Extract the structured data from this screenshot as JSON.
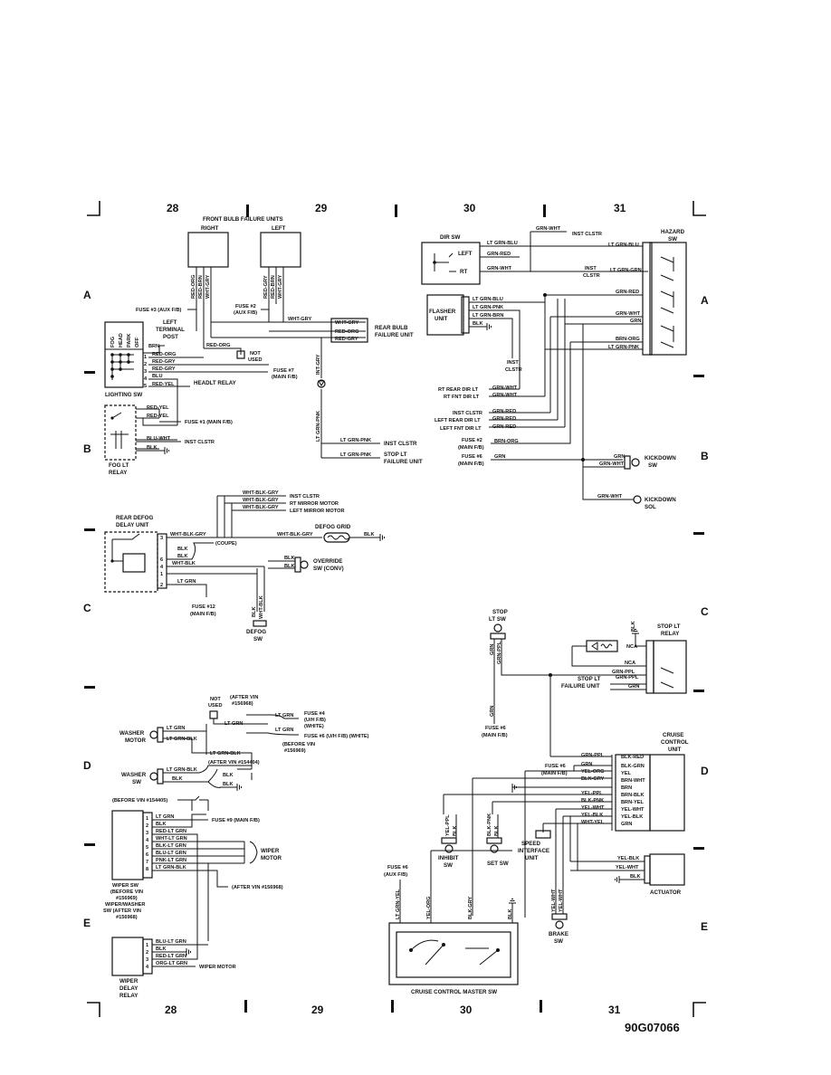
{
  "grid": {
    "columns": [
      "28",
      "29",
      "30",
      "31"
    ],
    "rows": [
      "A",
      "B",
      "C",
      "D",
      "E"
    ]
  },
  "doc_id": "90G07066",
  "front_bulb": {
    "title": "FRONT BULB FAILURE UNITS",
    "right": "RIGHT",
    "left": "LEFT",
    "right_wires": [
      "RED-ORG",
      "RED-BRN",
      "WHT-GRY"
    ],
    "left_wires": [
      "RED-GRY",
      "RED-BRN",
      "WHT-GRY"
    ],
    "fuse3": "FUSE #3 (AUX F/B)",
    "fuse2": "FUSE #2",
    "fuse2b": "(AUX F/B)",
    "wht_gry": "WHT-GRY",
    "rear_wires": [
      "WHT-GRY",
      "RED-ORG",
      "RED-GRY"
    ],
    "rear_unit1": "REAR BULB",
    "rear_unit2": "FAILURE UNIT",
    "red_org": "RED-ORG",
    "not1": "NOT",
    "not2": "USED",
    "int_gry": "INT-GRY",
    "lt_grn_pnk": "LT GRN-PNK",
    "inst_clstr_row": "LT GRN-PNK",
    "inst_clstr": "INST CLSTR",
    "stop_row": "LT GRN-PNK",
    "stop1": "STOP LT",
    "stop2": "FAILURE UNIT"
  },
  "lighting_sw": {
    "cols": [
      "FOG",
      "HEAD",
      "PARK",
      "OFF"
    ],
    "post1": "LEFT",
    "post2": "TERMINAL",
    "post3": "POST",
    "pins": [
      "1",
      "2",
      "3",
      "4",
      "5"
    ],
    "wires": [
      "BRN",
      "RED-ORG",
      "RED-GRY",
      "RED-GRY",
      "BLU",
      "RED-YEL"
    ],
    "fuse7": "FUSE #7",
    "fuse7b": "(MAIN F/B)",
    "headlt": "HEADLT RELAY",
    "title": "LIGHTING SW"
  },
  "fog_relay": {
    "wires": [
      "RED-YEL",
      "RED-YEL",
      "BLU-WHT",
      "BLK"
    ],
    "fuse1": "FUSE #1 (MAIN F/B)",
    "inst_clstr": "INST CLSTR",
    "title1": "FOG LT",
    "title2": "RELAY"
  },
  "dir_sw": {
    "title": "DIR SW",
    "left": "LEFT",
    "rt": "RT",
    "grn_wht_top": "GRN-WHT",
    "inst_clstr_top": "INST CLSTR",
    "w1": "LT GRN-BLU",
    "w2": "GRN-RED",
    "w3": "GRN-WHT",
    "hazard1": "HAZARD",
    "hazard2": "SW",
    "hazard_blu": "LT GRN-BLU",
    "inst1": "INST",
    "inst2": "CLSTR",
    "lt_grn_grn": "LT GRN-GRN",
    "grn_red": "GRN-RED",
    "grn_wht": "GRN-WHT",
    "grn": "GRN",
    "brn_org": "BRN-ORG",
    "lt_grn_pnk": "LT GRN-PNK"
  },
  "flasher": {
    "title1": "FLASHER",
    "title2": "UNIT",
    "wires": [
      "LT GRN-BLU",
      "LT GRN-PNK",
      "LT GRN-BRN",
      "BLK"
    ],
    "inst1": "INST",
    "inst2": "CLSTR",
    "lamps": [
      {
        "label": "RT REAR DIR LT",
        "wire": "GRN-WHT"
      },
      {
        "label": "RT FNT DIR LT",
        "wire": "GRN-WHT"
      },
      {
        "label": "INST CLSTR",
        "wire": "GRN-RED"
      },
      {
        "label": "LEFT REAR DIR LT",
        "wire": "GRN-RED"
      },
      {
        "label": "LEFT FNT DIR LT",
        "wire": "GRN-RED"
      }
    ],
    "fuse2a": "FUSE #2",
    "fuse2b": "(MAIN F/B)",
    "fuse2w": "BRN-ORG",
    "fuse6a": "FUSE #6",
    "fuse6b": "(MAIN F/B)",
    "fuse6w": "GRN",
    "kick_grn": "GRN",
    "kick_gw": "GRN-WHT",
    "kick1": "KICKDOWN",
    "kick2": "SW",
    "sol_w": "GRN-WHT",
    "sol1": "KICKDOWN",
    "sol2": "SOL"
  },
  "defog": {
    "top_wires": [
      "WHT-BLK-GRY",
      "WHT-BLK-GRY",
      "WHT-BLK-GRY"
    ],
    "top_dest": [
      "INST CLSTR",
      "RT MIRROR MOTOR",
      "LEFT MIRROR MOTOR"
    ],
    "title1": "REAR DEFOG",
    "title2": "DELAY UNIT",
    "pins": [
      "3",
      "6",
      "4",
      "1",
      "2"
    ],
    "w_main": "WHT-BLK-GRY",
    "grid": "DEFOG GRID",
    "w_grid": "WHT-BLK-GRY",
    "w_grid_blk": "BLK",
    "blk": "BLK",
    "blk2": "BLK",
    "coupe": "(COUPE)",
    "wht_blk": "WHT-BLK",
    "override_blk": "BLK",
    "override_blk2": "BLK",
    "override1": "OVERRIDE",
    "override2": "SW (CONV)",
    "lt_grn": "LT GRN",
    "fuse12a": "FUSE #12",
    "fuse12b": "(MAIN F/B)",
    "v_blk": "BLK",
    "v_wht": "WHT-BLK",
    "sw1": "DEFOG",
    "sw2": "SW"
  },
  "washer": {
    "not1": "NOT",
    "not2": "USED",
    "after1": "(AFTER VIN",
    "after2": "#156968)",
    "lt_grn_a": "LT GRN",
    "fuse4a": "FUSE #4",
    "fuse4b": "(U/H F/B)",
    "fuse4c": "(WHITE)",
    "lt_grn_b": "LT GRN",
    "lt_grn_c": "LT GRN",
    "fuse6": "FUSE #6 (U/H F/B) (WHITE)",
    "before1": "(BEFORE VIN",
    "before2": "#156969)",
    "motor1": "WASHER",
    "motor2": "MOTOR",
    "m_w1": "LT GRN",
    "m_w2": "LT GRN-BLK",
    "lt_grn_blk": "LT GRN-BLK",
    "after154": "(AFTER VIN #154404)",
    "sw1": "WASHER",
    "sw2": "SW",
    "s_w1": "LT GRN-BLK",
    "s_blk": "BLK",
    "s_blk2": "BLK",
    "s_blk3": "BLK",
    "before154": "(BEFORE VIN #154405)"
  },
  "wiper": {
    "pins": [
      "1",
      "2",
      "3",
      "4",
      "5",
      "6",
      "7",
      "8"
    ],
    "wires": [
      "LT GRN",
      "BLK",
      "RED-LT GRN",
      "WHT-LT GRN",
      "BLK-LT GRN",
      "BLU-LT GRN",
      "PNK-LT GRN",
      "LT GRN-BLK"
    ],
    "fuse9": "FUSE #9 (MAIN F/B)",
    "motor1": "WIPER",
    "motor2": "MOTOR",
    "after156": "(AFTER VIN #156968)",
    "cap": [
      "WIPER SW",
      "(BEFORE VIN",
      "#156969)",
      "WIPER/WASHER",
      "SW (AFTER VIN",
      "#156968)"
    ],
    "delay_pins": [
      "1",
      "2",
      "3",
      "4"
    ],
    "delay_wires": [
      "BLU-LT GRN",
      "BLK",
      "RED-LT GRN",
      "ORG-LT GRN"
    ],
    "wiper_motor": "WIPER MOTOR",
    "delay_title": [
      "WIPER",
      "DELAY",
      "RELAY"
    ]
  },
  "stop_sw": {
    "title1": "STOP",
    "title2": "LT SW",
    "v1": "GRN",
    "v2": "GRN-PPL",
    "blk": "BLK",
    "relay1": "STOP LT",
    "relay2": "RELAY",
    "nca": "NCA",
    "nca2": "NCA",
    "grn_ppl": "GRN-PPL",
    "fail1": "STOP LT",
    "fail2": "FAILURE UNIT",
    "fail_w1": "GRN-PPL",
    "fail_w2": "GRN",
    "grn_low": "GRN",
    "fuse6a": "FUSE #6",
    "fuse6b": "(MAIN F/B)"
  },
  "cruise": {
    "unit": [
      "CRUISE",
      "CONTROL",
      "UNIT"
    ],
    "left_wires": [
      "GRN-PPL",
      "GRN",
      "YEL-ORG",
      "BLK-GRY",
      "",
      "YEL-PPL",
      "BLK-PNK",
      "YEL-WHT",
      "YEL-BLK",
      "WHT-YEL"
    ],
    "right_wires": [
      "BLK-RED",
      "BLK-GRN",
      "YEL",
      "BRN-WHT",
      "BRN",
      "BRN-BLK",
      "BRN-YEL",
      "YEL-WHT",
      "YEL-BLK",
      "GRN"
    ],
    "fuse6a": "FUSE #6",
    "fuse6b": "(MAIN F/B)",
    "inhibit_v": [
      "YEL-PPL",
      "BLK"
    ],
    "inhibit": [
      "INHIBIT",
      "SW"
    ],
    "set_v": [
      "BLK-PNK",
      "BLK"
    ],
    "set": "SET SW",
    "speed": [
      "SPEED",
      "INTERFACE",
      "UNIT"
    ],
    "act_wires": [
      "YEL-BLK",
      "YEL-WHT",
      "BLK"
    ],
    "actuator": "ACTUATOR",
    "brake_v": [
      "YEL-WHT",
      "YEL-WHT"
    ],
    "brake": [
      "BRAKE",
      "SW"
    ],
    "aux_fuse": [
      "FUSE #6",
      "(AUX F/B)"
    ],
    "master_v": [
      "LT GRN-YEL",
      "YEL-ORG",
      "BLK-GRY",
      "BLK"
    ],
    "master": "CRUISE CONTROL MASTER SW"
  }
}
